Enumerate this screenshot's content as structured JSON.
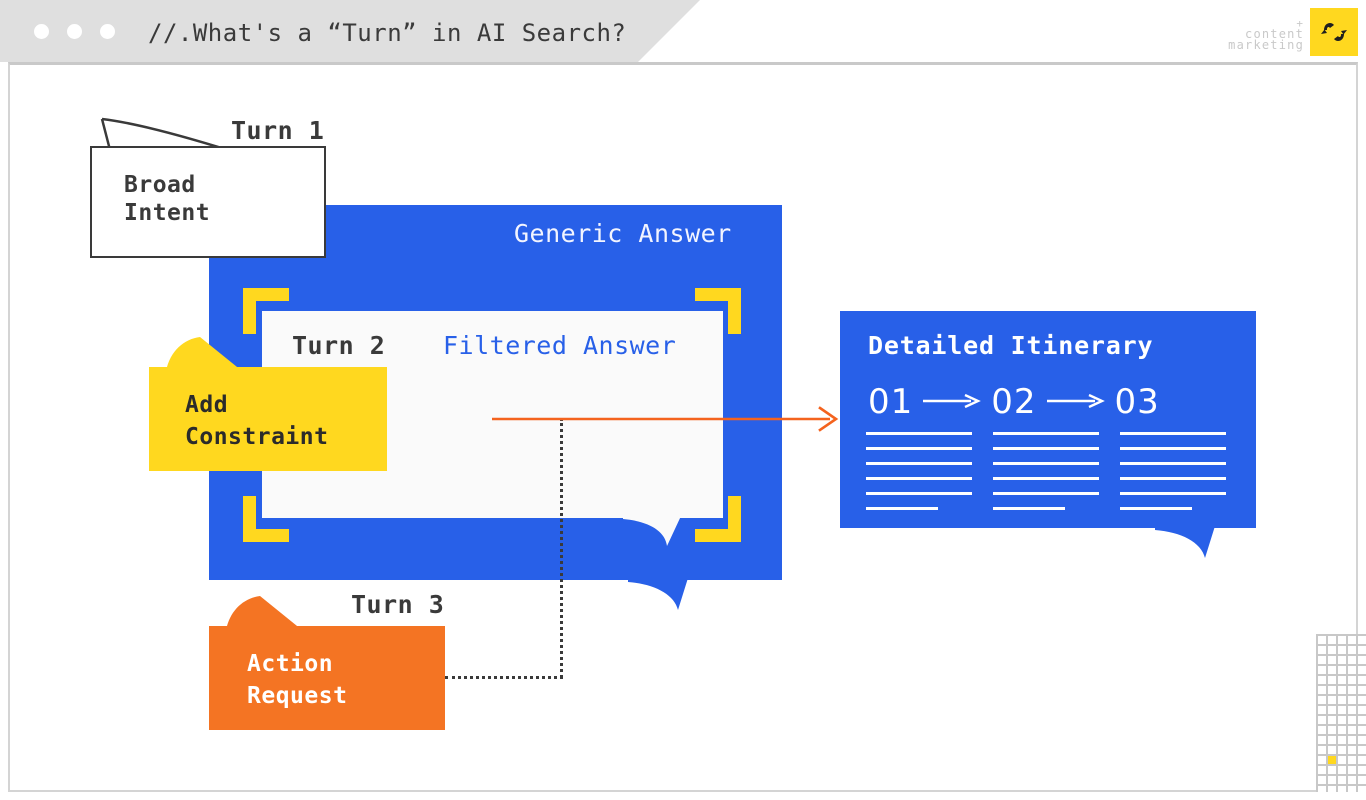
{
  "window": {
    "title": "//.What's a “Turn” in AI Search?",
    "dots": [
      "window-dot-1",
      "window-dot-2",
      "window-dot-3"
    ]
  },
  "brand": {
    "plus": "+",
    "line1": "content",
    "line2": "marketing",
    "mark_icon": "linked-hooks-icon",
    "mark_color": "#ffd81f"
  },
  "diagram": {
    "turn1": {
      "label": "Turn 1",
      "box_text": "Broad\nIntent",
      "box_fill": "#ffffff",
      "box_stroke": "#3a3a3a"
    },
    "turn2": {
      "label": "Turn 2",
      "box_text": "Add\nConstraint",
      "box_fill": "#ffd81f",
      "text_color": "#2b2b2b"
    },
    "turn3": {
      "label": "Turn 3",
      "box_text": "Action\nRequest",
      "box_fill": "#f47423",
      "text_color": "#ffffff"
    },
    "generic_answer": {
      "label": "Generic Answer",
      "fill": "#2860e8",
      "text_color": "#f2f4ff"
    },
    "filtered_answer": {
      "label": "Filtered Answer",
      "fill": "#fafafa",
      "text_color": "#2860e8"
    },
    "bracket_color": "#ffd81f",
    "arrow_color": "#f4631e",
    "connector_color": "#3a3a3a"
  },
  "itinerary": {
    "title": "Detailed Itinerary",
    "fill": "#2860e8",
    "steps": [
      "01",
      "02",
      "03"
    ],
    "arrow_icon": "long-right-arrow-icon",
    "columns": [
      {
        "lines": 6
      },
      {
        "lines": 6
      },
      {
        "lines": 6
      }
    ]
  },
  "decoration": {
    "grid_icon": "dotted-grid-decoration",
    "grid_columns": 6,
    "grid_rows": 19,
    "highlight_cell": {
      "row": 12,
      "col": 2,
      "color": "#ffd81f"
    },
    "cell_color": "#ffffff",
    "line_color": "#c8c8c8"
  }
}
